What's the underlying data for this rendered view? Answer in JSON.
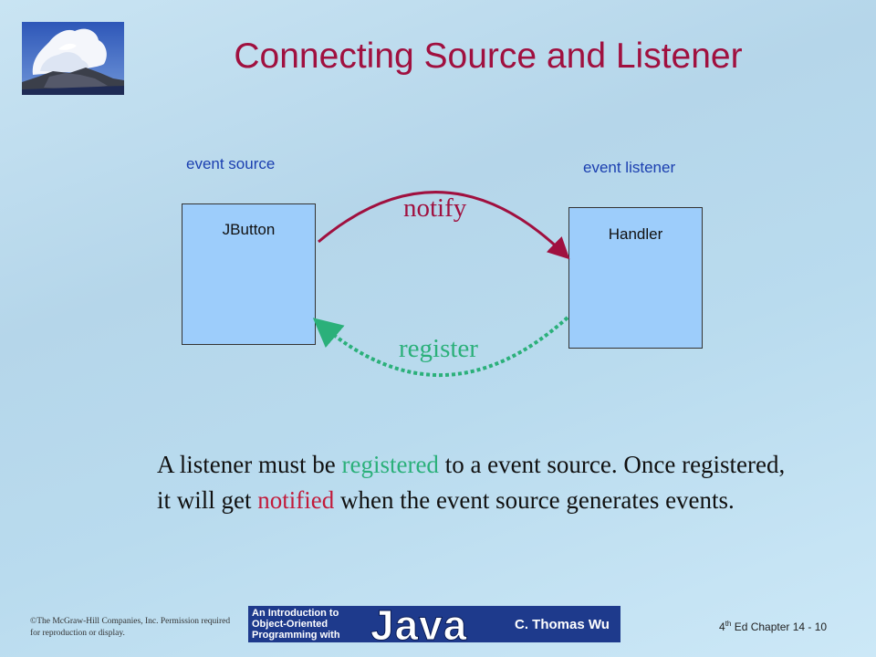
{
  "slide": {
    "title": "Connecting Source and Listener",
    "source_label": "event source",
    "listener_label": "event listener",
    "source_box_text": "JButton",
    "listener_box_text": "Handler",
    "notify_label": "notify",
    "register_label": "register",
    "paragraph": {
      "part1": "A listener must be ",
      "registered": "registered",
      "part2": " to a event source. Once registered, it will get ",
      "notified": "notified",
      "part3": " when the event source generates events."
    }
  },
  "footer": {
    "copyright": "©The McGraw-Hill Companies, Inc. Permission required for reproduction or display.",
    "book_line1": "An Introduction to",
    "book_line2": "Object-Oriented",
    "book_line3": "Programming with",
    "book_java": "Java",
    "book_author": "C. Thomas Wu",
    "edition_num": "4",
    "edition_sup": "th",
    "edition_rest": " Ed Chapter  14 - 10"
  },
  "colors": {
    "title": "#a0103f",
    "label_blue": "#1b3fb0",
    "box_fill": "#9dcdfb",
    "notify_arrow": "#a0103f",
    "register_arrow": "#2bb07a",
    "highlight_green": "#2bb07a",
    "highlight_red": "#c21a3a"
  },
  "icons": {
    "photo": "ocean-wave-photo"
  }
}
